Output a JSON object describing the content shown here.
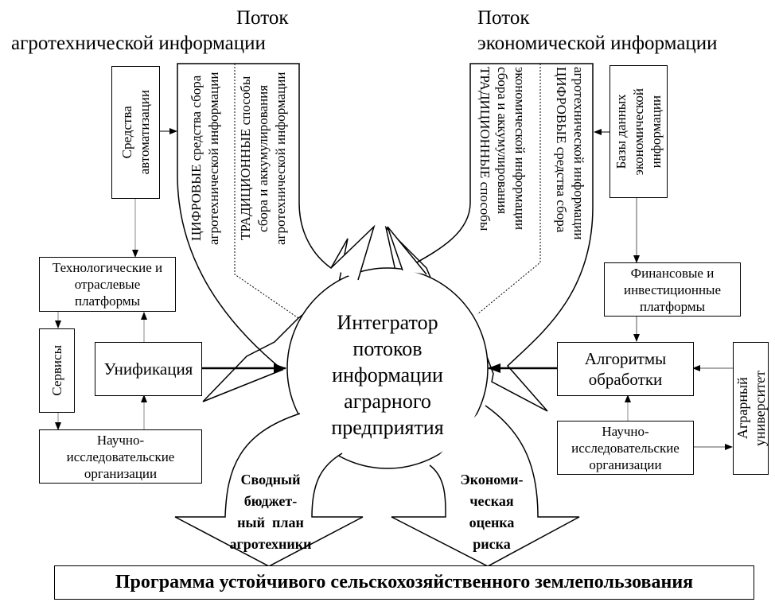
{
  "headers": {
    "left": {
      "line1": "Поток",
      "line2": "агротехнической информации"
    },
    "right": {
      "line1": "Поток",
      "line2": "экономической информации"
    }
  },
  "left_flow": {
    "digital": {
      "line1_caps": "ЦИФРОВЫЕ",
      "line1_rest": " средства сбора",
      "line2": "агротехнической информации"
    },
    "traditional": {
      "line1_caps": "ТРАДИЦИОННЫЕ",
      "line1_rest": " способы",
      "line2": "сбора и аккумулирования",
      "line3": "агротехнической информации"
    }
  },
  "right_flow": {
    "digital": {
      "line1_caps": "ЦИФРОВЫЕ",
      "line1_rest": " средства сбора",
      "line2": "агротехнической информации"
    },
    "traditional": {
      "line1_caps": "ТРАДИЦИОННЫЕ",
      "line1_rest": " способы",
      "line2": "сбора и аккумулирования",
      "line3": "экономической информации"
    }
  },
  "left_boxes": {
    "automation": {
      "line1": "Средства",
      "line2": "автоматизации"
    },
    "tech_platforms": {
      "line1": "Технологические и",
      "line2": "отраслевые",
      "line3": "платформы"
    },
    "services": "Сервисы",
    "unification": "Унификация",
    "research": {
      "line1": "Научно-",
      "line2": "исследовательские",
      "line3": "организации"
    }
  },
  "right_boxes": {
    "databases": {
      "line1": "Базы данных",
      "line2": "экономической",
      "line3": "информации"
    },
    "fin_platforms": {
      "line1": "Финансовые и",
      "line2": "инвестиционные",
      "line3": "платформы"
    },
    "algorithms": {
      "line1": "Алгоритмы",
      "line2": "обработки"
    },
    "research": {
      "line1": "Научно-",
      "line2": "исследовательские",
      "line3": "организации"
    },
    "university": {
      "line1": "Аграрный",
      "line2": "университет"
    }
  },
  "integrator": {
    "line1": "Интегратор",
    "line2": "потоков",
    "line3": "информации",
    "line4": "аграрного",
    "line5": "предприятия"
  },
  "outputs": {
    "budget": {
      "line1": "Сводный",
      "line2": "бюджет-",
      "line3": "ный  план",
      "line4": "агротехники"
    },
    "risk": {
      "line1": "Экономи-",
      "line2": "ческая",
      "line3": "оценка",
      "line4": "риска"
    }
  },
  "program": "Программа устойчивого сельскохозяйственного землепользования"
}
